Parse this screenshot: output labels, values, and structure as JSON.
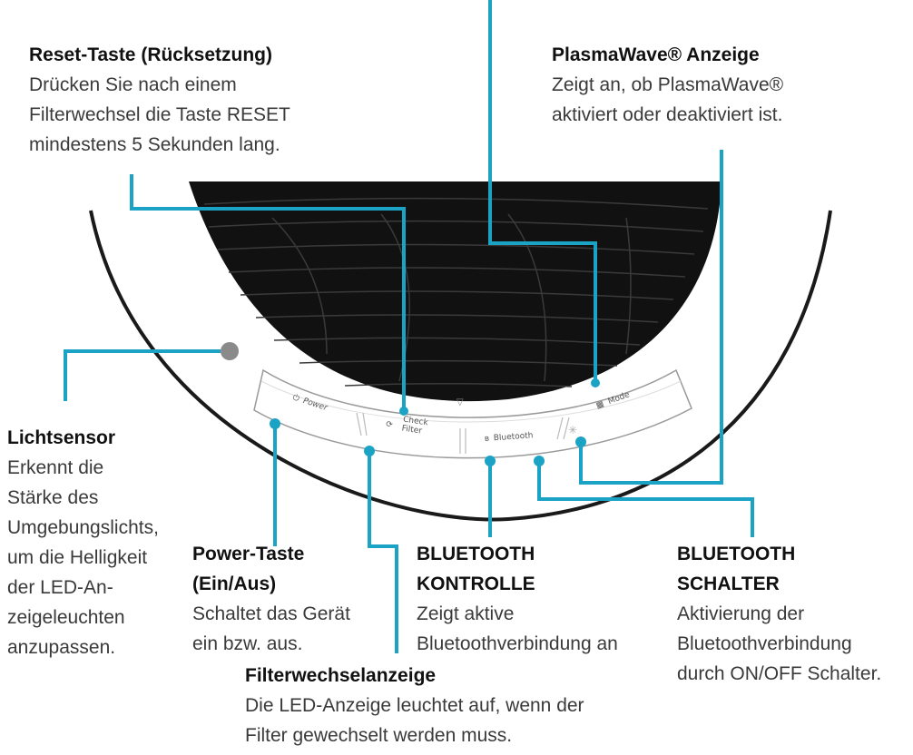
{
  "callouts": {
    "reset": {
      "title": "Reset-Taste (Rücksetzung)",
      "desc": "Drücken Sie nach einem\nFilterwechsel die Taste RESET\nmindestens 5 Sekunden lang."
    },
    "plasmawave": {
      "title": "PlasmaWave® Anzeige",
      "desc": "Zeigt an, ob PlasmaWave®\naktiviert oder deaktiviert ist."
    },
    "lichtsensor": {
      "title": "Lichtsensor",
      "desc": "Erkennt die\nStärke des\nUmgebungslichts,\num die Helligkeit\nder LED-An-\nzeigeleuchten\nanzupassen."
    },
    "power": {
      "title": "Power-Taste\n(Ein/Aus)",
      "desc": "Schaltet das Gerät\nein bzw. aus."
    },
    "bt_kontrolle": {
      "title": "BLUETOOTH\nKONTROLLE",
      "desc": "Zeigt aktive\nBluetoothverbindung an"
    },
    "bt_schalter": {
      "title": "BLUETOOTH\nSCHALTER",
      "desc": "Aktivierung der\nBluetoothverbindung\ndurch ON/OFF Schalter."
    },
    "filter": {
      "title": "Filterwechselanzeige",
      "desc": "Die LED-Anzeige leuchtet auf, wenn der\nFilter gewechselt werden muss."
    }
  },
  "panel_buttons": {
    "power": "Power",
    "check": "Check",
    "filter": "Filter",
    "bluetooth": "Bluetooth",
    "mode": "Mode"
  },
  "colors": {
    "leader_line": "#1ba3c6",
    "filter_grille": "#111111",
    "light_sensor": "#8a8a8a"
  }
}
